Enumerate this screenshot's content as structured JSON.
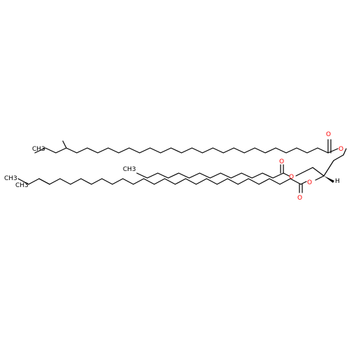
{
  "labels": {
    "o_ester_top": "O",
    "o_carbonyl_top": "O",
    "methyl_top": "CH3",
    "o_ester_mid": "O",
    "o_carbonyl_mid": "O",
    "methyl_mid": "CH3",
    "o_ester_bottom": "O",
    "o_carbonyl_bottom": "O",
    "methyl_bottom_ethyl": "CH3",
    "methyl_bottom_branch": "CH3",
    "stereo_h": "H"
  },
  "colors": {
    "carbon": "#000000",
    "oxygen": "#ff0000",
    "background": "#ffffff"
  }
}
